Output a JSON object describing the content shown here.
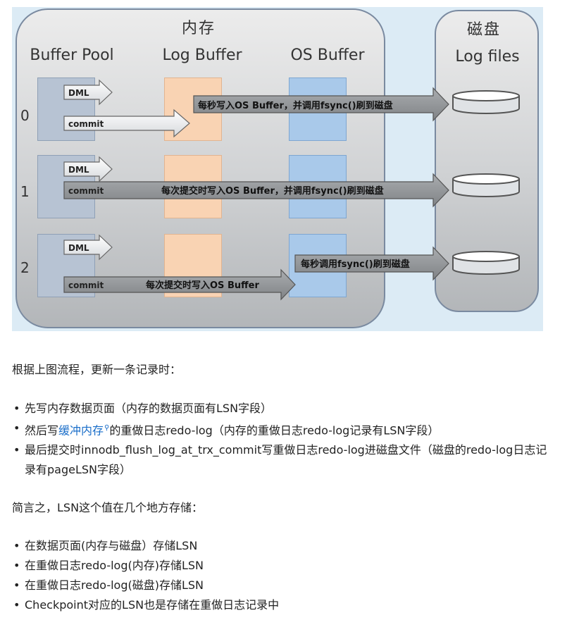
{
  "diagram": {
    "memory_label": "内存",
    "disk_label": "磁盘",
    "buffer_pool_label": "Buffer Pool",
    "log_buffer_label": "Log Buffer",
    "os_buffer_label": "OS Buffer",
    "log_files_label": "Log files",
    "rows": [
      {
        "num": "0",
        "dml": "DML",
        "commit": "commit",
        "flow_text": "每秒写入OS Buffer，并调用fsync()刷到磁盘"
      },
      {
        "num": "1",
        "dml": "DML",
        "commit": "commit",
        "flow_text": "每次提交时写入OS Buffer，并调用fsync()刷到磁盘"
      },
      {
        "num": "2",
        "dml": "DML",
        "commit": "commit",
        "flow_text": "每次提交时写入OS Buffer",
        "flow_text_2": "每秒调用fsync()刷到磁盘"
      }
    ],
    "colors": {
      "buffer_pool": "#b7c3d3",
      "log_buffer": "#f9d3b3",
      "os_buffer": "#a9c9ea",
      "arrow": "#8c8f92"
    }
  },
  "text": {
    "intro": "根据上图流程，更新一条记录时：",
    "bullets1": [
      {
        "text": "先写内存数据页面（内存的数据页面有LSN字段）"
      },
      {
        "pre": "然后写",
        "link": "缓冲内存",
        "post": "的重做日志redo-log（内存的重做日志redo-log记录有LSN字段）"
      },
      {
        "text": "最后提交时innodb_flush_log_at_trx_commit写重做日志redo-log进磁盘文件（磁盘的redo-log日志记录有pageLSN字段）"
      }
    ],
    "summary": "简言之，LSN这个值在几个地方存储：",
    "bullets2": [
      "在数据页面(内存与磁盘）存储LSN",
      "在重做日志redo-log(内存)存储LSN",
      "在重做日志redo-log(磁盘)存储LSN",
      "Checkpoint对应的LSN也是存储在重做日志记录中"
    ]
  }
}
